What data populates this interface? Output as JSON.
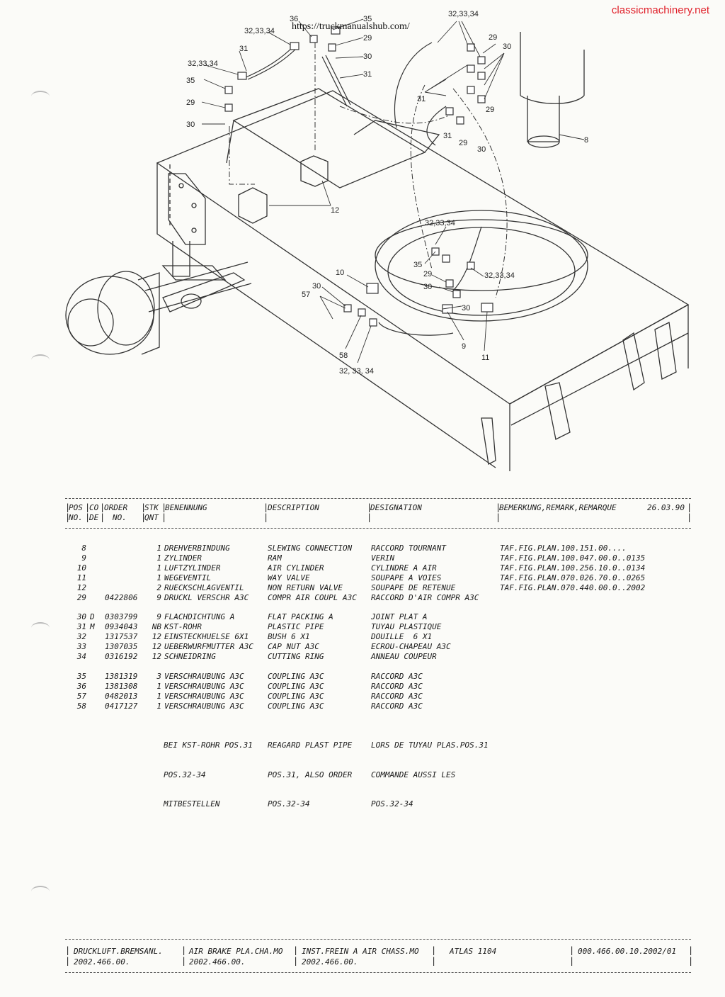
{
  "watermarks": {
    "site": "classicmachinery.net",
    "url": "https://truckmanualshub.com/"
  },
  "diagram_labels": [
    "36",
    "35",
    "32,33,34",
    "29",
    "31",
    "30",
    "32,33,34",
    "31",
    "32,33,34",
    "35",
    "29",
    "30",
    "29",
    "30",
    "31",
    "29",
    "31",
    "29",
    "30",
    "8",
    "12",
    "32,33,34",
    "35",
    "29",
    "32,33,34",
    "10",
    "30",
    "57",
    "30",
    "9",
    "11",
    "58",
    "32, 33, 34"
  ],
  "table_header": {
    "pos": "POS",
    "no": "NO.",
    "co": "CO",
    "de": "DE",
    "order": "ORDER",
    "order_no": "NO.",
    "stk": "STK",
    "qnt": "QNT",
    "benennung": "BENENNUNG",
    "description": "DESCRIPTION",
    "designation": "DESIGNATION",
    "remark": "BEMERKUNG,REMARK,REMARQUE",
    "date": "26.03.90"
  },
  "rows": [
    {
      "pos": "8",
      "co": "",
      "order": "",
      "qty": "1",
      "de": "DREHVERBINDUNG",
      "en": "SLEWING CONNECTION",
      "fr": "RACCORD TOURNANT",
      "remark": "TAF.FIG.PLAN.100.151.00...."
    },
    {
      "pos": "9",
      "co": "",
      "order": "",
      "qty": "1",
      "de": "ZYLINDER",
      "en": "RAM",
      "fr": "VERIN",
      "remark": "TAF.FIG.PLAN.100.047.00.0..0135"
    },
    {
      "pos": "10",
      "co": "",
      "order": "",
      "qty": "1",
      "de": "LUFTZYLINDER",
      "en": "AIR CYLINDER",
      "fr": "CYLINDRE A AIR",
      "remark": "TAF.FIG.PLAN.100.256.10.0..0134"
    },
    {
      "pos": "11",
      "co": "",
      "order": "",
      "qty": "1",
      "de": "WEGEVENTIL",
      "en": "WAY VALVE",
      "fr": "SOUPAPE A VOIES",
      "remark": "TAF.FIG.PLAN.070.026.70.0..0265"
    },
    {
      "pos": "12",
      "co": "",
      "order": "",
      "qty": "2",
      "de": "RUECKSCHLAGVENTIL",
      "en": "NON RETURN VALVE",
      "fr": "SOUPAPE DE RETENUE",
      "remark": "TAF.FIG.PLAN.070.440.00.0..2002"
    },
    {
      "pos": "29",
      "co": "",
      "order": "0422806",
      "qty": "9",
      "de": "DRUCKL VERSCHR A3C",
      "en": "COMPR AIR COUPL A3C",
      "fr": "RACCORD D'AIR COMPR A3C",
      "remark": ""
    },
    {
      "pos": "30",
      "co": "D",
      "order": "0303799",
      "qty": "9",
      "de": "FLACHDICHTUNG A",
      "en": "FLAT PACKING A",
      "fr": "JOINT PLAT A",
      "remark": ""
    },
    {
      "pos": "31",
      "co": "M",
      "order": "0934043",
      "qty": "NB",
      "de": "KST-ROHR",
      "en": "PLASTIC PIPE",
      "fr": "TUYAU PLASTIQUE",
      "remark": ""
    },
    {
      "pos": "32",
      "co": "",
      "order": "1317537",
      "qty": "12",
      "de": "EINSTECKHUELSE 6X1",
      "en": "BUSH 6 X1",
      "fr": "DOUILLE  6 X1",
      "remark": ""
    },
    {
      "pos": "33",
      "co": "",
      "order": "1307035",
      "qty": "12",
      "de": "UEBERWURFMUTTER A3C",
      "en": "CAP NUT A3C",
      "fr": "ECROU-CHAPEAU A3C",
      "remark": ""
    },
    {
      "pos": "34",
      "co": "",
      "order": "0316192",
      "qty": "12",
      "de": "SCHNEIDRING",
      "en": "CUTTING RING",
      "fr": "ANNEAU COUPEUR",
      "remark": ""
    },
    {
      "pos": "35",
      "co": "",
      "order": "1381319",
      "qty": "3",
      "de": "VERSCHRAUBUNG A3C",
      "en": "COUPLING A3C",
      "fr": "RACCORD A3C",
      "remark": ""
    },
    {
      "pos": "36",
      "co": "",
      "order": "1381308",
      "qty": "1",
      "de": "VERSCHRAUBUNG A3C",
      "en": "COUPLING A3C",
      "fr": "RACCORD A3C",
      "remark": ""
    },
    {
      "pos": "57",
      "co": "",
      "order": "0482013",
      "qty": "1",
      "de": "VERSCHRAUBUNG A3C",
      "en": "COUPLING A3C",
      "fr": "RACCORD A3C",
      "remark": ""
    },
    {
      "pos": "58",
      "co": "",
      "order": "0417127",
      "qty": "1",
      "de": "VERSCHRAUBUNG A3C",
      "en": "COUPLING A3C",
      "fr": "RACCORD A3C",
      "remark": ""
    }
  ],
  "notes": {
    "de": [
      "BEI KST-ROHR POS.31",
      "POS.32-34",
      "MITBESTELLEN"
    ],
    "en": [
      "REAGARD PLAST PIPE",
      "POS.31, ALSO ORDER",
      "POS.32-34"
    ],
    "fr": [
      "LORS DE TUYAU PLAS.POS.31",
      "COMMANDE AUSSI LES",
      "POS.32-34"
    ]
  },
  "footer": {
    "de_title": "DRUCKLUFT.BREMSANL.",
    "de_code": "2002.466.00.",
    "en_title": "AIR BRAKE PLA.CHA.MO",
    "en_code": "2002.466.00.",
    "fr_title": "INST.FREIN A AIR CHASS.MO",
    "fr_code": "2002.466.00.",
    "model": "ATLAS 1104",
    "doc_no": "000.466.00.10.2002/01"
  }
}
